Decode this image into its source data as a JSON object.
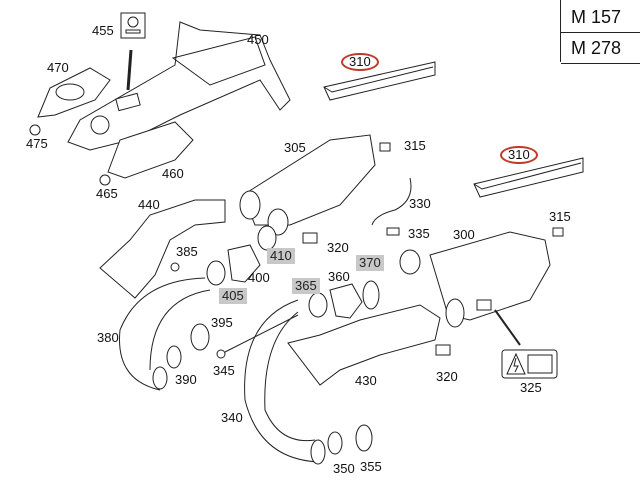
{
  "models": [
    "M 157",
    "M 278"
  ],
  "highlight_color": "#c0392b",
  "callout_shade": "#c8c8c8",
  "parts": {
    "p455": "455",
    "p450": "450",
    "p470": "470",
    "p475": "475",
    "p460": "460",
    "p465": "465",
    "p305": "305",
    "p310a": "310",
    "p310b": "310",
    "p315a": "315",
    "p315b": "315",
    "p330": "330",
    "p440": "440",
    "p385": "385",
    "p410": "410",
    "p320a": "320",
    "p335": "335",
    "p300": "300",
    "p400": "400",
    "p405": "405",
    "p365": "365",
    "p360": "360",
    "p370": "370",
    "p380": "380",
    "p395": "395",
    "p390": "390",
    "p345": "345",
    "p430": "430",
    "p320b": "320",
    "p325": "325",
    "p340": "340",
    "p350": "350",
    "p355": "355"
  },
  "icons": {
    "symbol_455": "mercedes-star-plaque-icon",
    "label_325": "warning-service-label-icon"
  }
}
